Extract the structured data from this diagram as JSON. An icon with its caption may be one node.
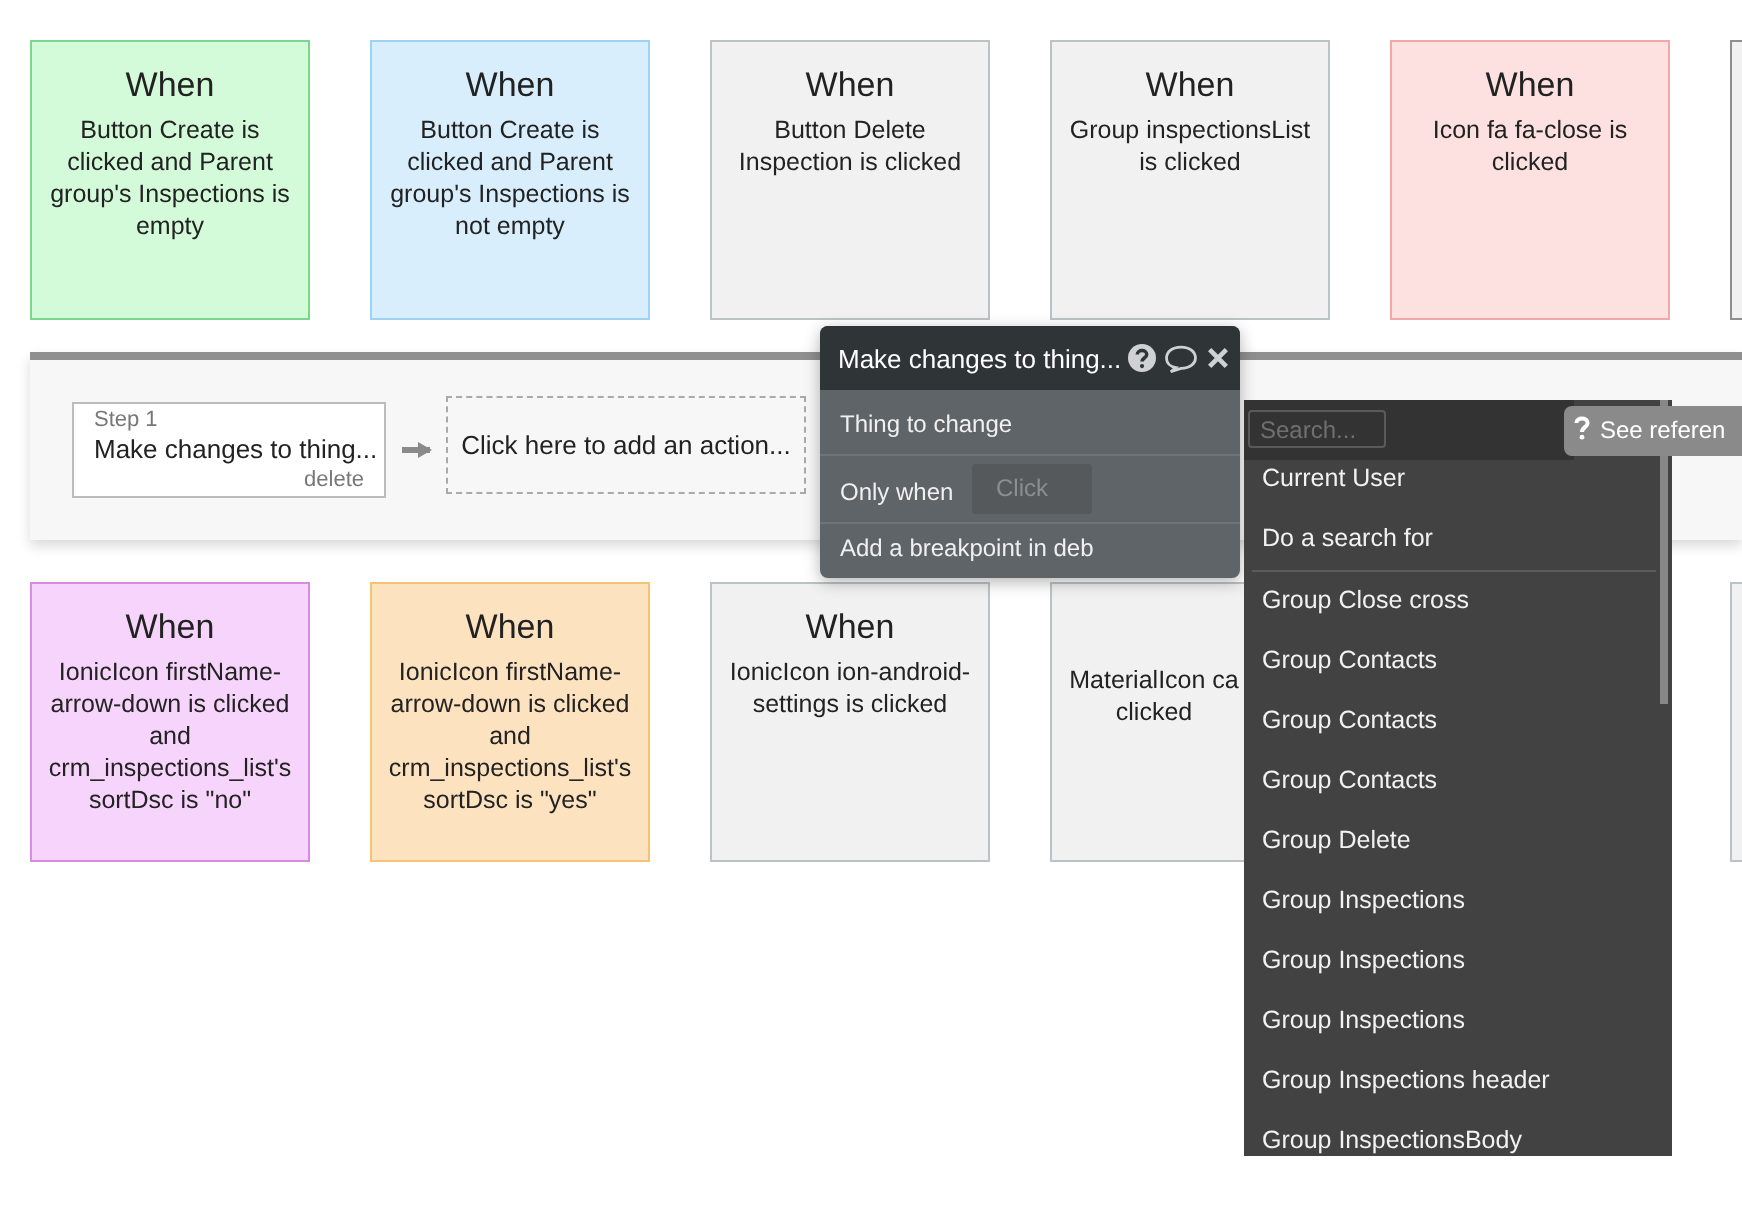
{
  "diagram": {
    "nodes": [
      {
        "text": [
          "When",
          "Button Create is clicked and Parent group's Inspections is empty"
        ]
      },
      {
        "text": [
          "When",
          "Button Create is clicked and Parent group's Inspections is not empty"
        ]
      },
      {
        "text": [
          "When",
          "Button Delete Inspection is clicked"
        ]
      },
      {
        "text": [
          "When",
          "Group inspectionsList is clicked"
        ]
      },
      {
        "text": [
          "When",
          "Icon fa fa-close is clicked"
        ]
      },
      {
        "text": [],
        "shape": "box"
      },
      {
        "text": [
          "Step 1",
          "Make changes to thing...",
          "delete"
        ]
      },
      {
        "text": [
          "Click here to add an action..."
        ]
      },
      {
        "text": [
          "Make changes to thing...",
          "Thing to change",
          "Only when",
          "Add a breakpoint in deb"
        ]
      },
      {
        "text": [
          "Current User",
          "Do a search for",
          "Group Close cross",
          "Group Contacts",
          "Group Contacts",
          "Group Contacts",
          "Group Delete",
          "Group Inspections",
          "Group Inspections",
          "Group Inspections",
          "Group Inspections header",
          "Group InspectionsBody"
        ]
      },
      {
        "text": [
          "See referen"
        ]
      },
      {
        "text": [
          "When",
          "IonicIcon firstName-arrow-down is clicked and crm_inspections_list's sortDsc is \"no\""
        ]
      },
      {
        "text": [
          "When",
          "IonicIcon firstName-arrow-down is clicked and crm_inspections_list's sortDsc is \"yes\""
        ]
      },
      {
        "text": [
          "When",
          "IonicIcon ion-android-settings is clicked"
        ]
      },
      {
        "text": [
          "MaterialIcon ca clicked"
        ]
      },
      {
        "text": [],
        "shape": "box"
      }
    ],
    "edges": [
      {
        "from": 6,
        "to": 7,
        "arrow": "to"
      }
    ],
    "labels": [
      "Search...",
      "Click"
    ]
  }
}
